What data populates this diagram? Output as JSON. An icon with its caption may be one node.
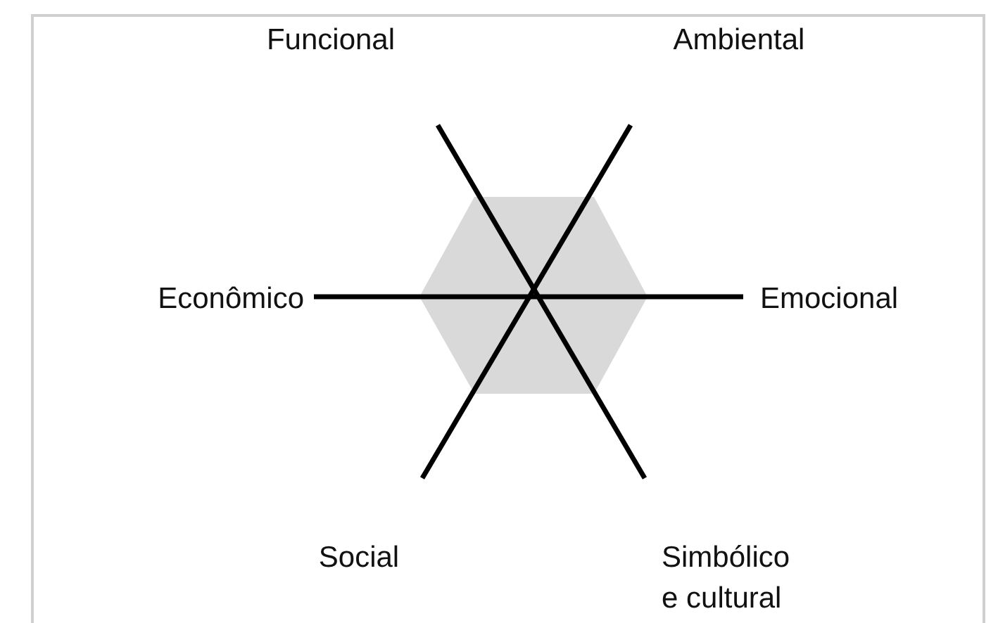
{
  "diagram": {
    "nodes": [
      {
        "text": [
          "Funcional"
        ]
      },
      {
        "text": [
          "Ambiental"
        ]
      },
      {
        "text": [
          "Econômico"
        ]
      },
      {
        "text": [
          "Emocional"
        ]
      },
      {
        "text": [
          "Social"
        ]
      },
      {
        "text": [
          "Simbólico e cultural"
        ]
      }
    ],
    "edges": [
      {
        "from": 0,
        "to": 5,
        "arrow": "none"
      },
      {
        "from": 1,
        "to": 4,
        "arrow": "none"
      },
      {
        "from": 2,
        "to": 3,
        "arrow": "none"
      }
    ]
  }
}
